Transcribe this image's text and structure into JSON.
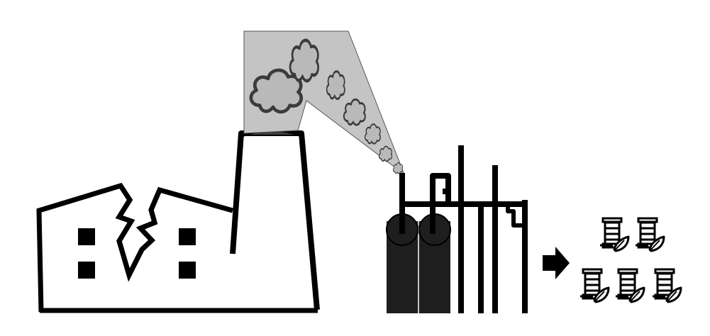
{
  "diagram": {
    "stages": [
      {
        "id": "broken-factory",
        "label": ""
      },
      {
        "id": "smoke-plume",
        "label": ""
      },
      {
        "id": "capture-plant",
        "label": ""
      },
      {
        "id": "fuel-output",
        "label": ""
      }
    ],
    "colors": {
      "outline": "#000000",
      "plume_fill": "#c4c4c4",
      "tank_fill": "#1e1e1e",
      "background": "#ffffff"
    },
    "icons": {
      "transition": "arrow-right-icon",
      "output": "bio-fuel-barrel-icon",
      "emission": "smoke-cloud-icon"
    },
    "output_barrel_count": 5
  }
}
